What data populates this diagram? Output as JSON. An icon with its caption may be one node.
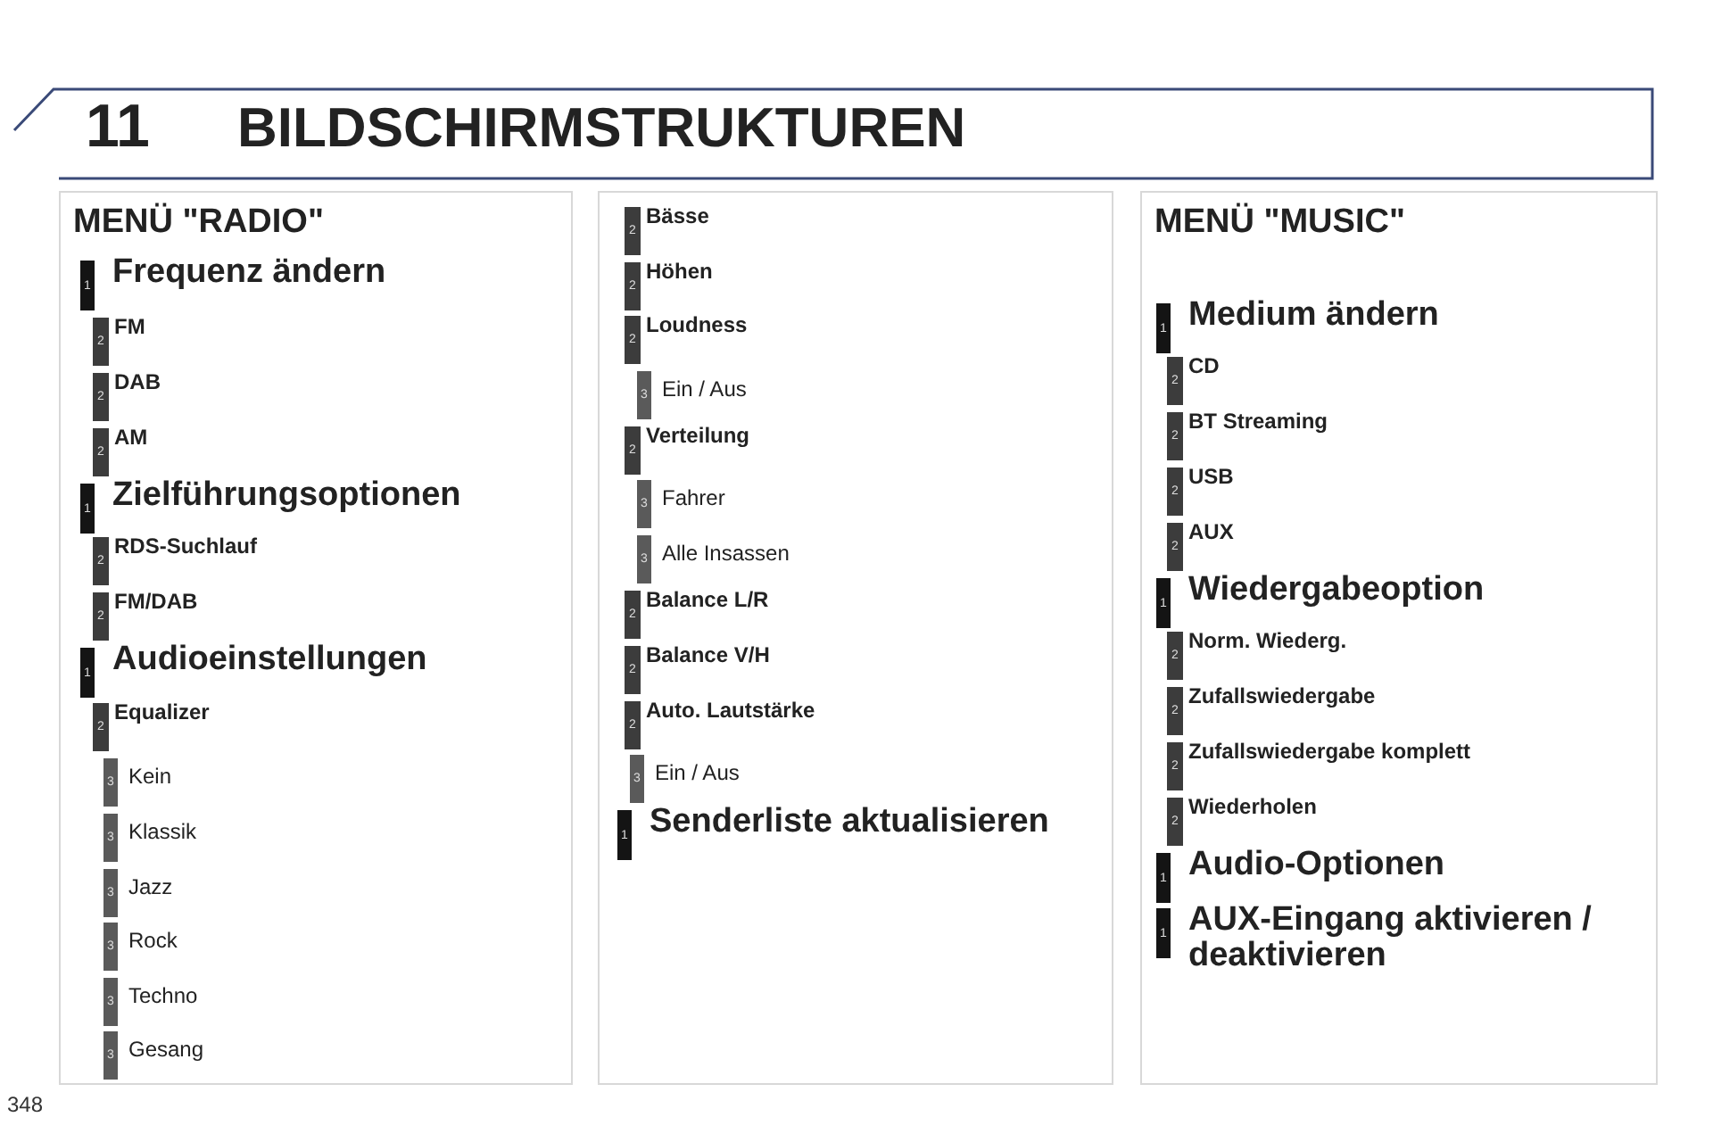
{
  "diagram": {
    "title": "BILDSCHIRMSTRUKTUREN",
    "nodes": [
      {
        "text": [
          "MENÜ \"RADIO\""
        ]
      },
      {
        "text": [
          "1"
        ],
        "in": 0,
        "beside": [
          "Frequenz ändern"
        ]
      },
      {
        "text": [
          "2"
        ],
        "in": 0,
        "beside": [
          "FM"
        ]
      },
      {
        "text": [
          "2"
        ],
        "in": 0,
        "beside": [
          "DAB"
        ]
      },
      {
        "text": [
          "2"
        ],
        "in": 0,
        "beside": [
          "AM"
        ]
      },
      {
        "text": [
          "1"
        ],
        "in": 0,
        "beside": [
          "Zielführungsoptionen"
        ]
      },
      {
        "text": [
          "2"
        ],
        "in": 0,
        "beside": [
          "RDS-Suchlauf"
        ]
      },
      {
        "text": [
          "2"
        ],
        "in": 0,
        "beside": [
          "FM/DAB"
        ]
      },
      {
        "text": [
          "1"
        ],
        "in": 0,
        "beside": [
          "Audioeinstellungen"
        ]
      },
      {
        "text": [
          "2"
        ],
        "in": 0,
        "beside": [
          "Equalizer"
        ]
      },
      {
        "text": [
          "3"
        ],
        "in": 0,
        "beside": [
          "Kein"
        ]
      },
      {
        "text": [
          "3"
        ],
        "in": 0,
        "beside": [
          "Klassik"
        ]
      },
      {
        "text": [
          "3"
        ],
        "in": 0,
        "beside": [
          "Jazz"
        ]
      },
      {
        "text": [
          "3"
        ],
        "in": 0,
        "beside": [
          "Rock"
        ]
      },
      {
        "text": [
          "3"
        ],
        "in": 0,
        "beside": [
          "Techno"
        ]
      },
      {
        "text": [
          "3"
        ],
        "in": 0,
        "beside": [
          "Gesang"
        ]
      },
      {
        "text": [],
        "shape": "box"
      },
      {
        "text": [
          "2"
        ],
        "in": 16,
        "beside": [
          "Bässe"
        ]
      },
      {
        "text": [
          "2"
        ],
        "in": 16,
        "beside": [
          "Höhen"
        ]
      },
      {
        "text": [
          "2"
        ],
        "in": 16,
        "beside": [
          "Loudness"
        ]
      },
      {
        "text": [
          "3"
        ],
        "in": 16,
        "beside": [
          "Ein / Aus"
        ]
      },
      {
        "text": [
          "2"
        ],
        "in": 16,
        "beside": [
          "Verteilung"
        ]
      },
      {
        "text": [
          "3"
        ],
        "in": 16,
        "beside": [
          "Fahrer"
        ]
      },
      {
        "text": [
          "3"
        ],
        "in": 16,
        "beside": [
          "Alle Insassen"
        ]
      },
      {
        "text": [
          "2"
        ],
        "in": 16,
        "beside": [
          "Balance L/R"
        ]
      },
      {
        "text": [
          "2"
        ],
        "in": 16,
        "beside": [
          "Balance V/H"
        ]
      },
      {
        "text": [
          "2"
        ],
        "in": 16,
        "beside": [
          "Auto. Lautstärke"
        ]
      },
      {
        "text": [
          "3"
        ],
        "in": 16,
        "beside": [
          "Ein / Aus"
        ]
      },
      {
        "text": [
          "1"
        ],
        "in": 16,
        "beside": [
          "Senderliste aktualisieren"
        ]
      },
      {
        "text": [
          "MENÜ \"MUSIC\""
        ]
      },
      {
        "text": [
          "1"
        ],
        "in": 29,
        "beside": [
          "Medium ändern"
        ]
      },
      {
        "text": [
          "2"
        ],
        "in": 29,
        "beside": [
          "CD"
        ]
      },
      {
        "text": [
          "2"
        ],
        "in": 29,
        "beside": [
          "BT Streaming"
        ]
      },
      {
        "text": [
          "2"
        ],
        "in": 29,
        "beside": [
          "USB"
        ]
      },
      {
        "text": [
          "2"
        ],
        "in": 29,
        "beside": [
          "AUX"
        ]
      },
      {
        "text": [
          "1"
        ],
        "in": 29,
        "beside": [
          "Wiedergabeoption"
        ]
      },
      {
        "text": [
          "2"
        ],
        "in": 29,
        "beside": [
          "Norm. Wiederg."
        ]
      },
      {
        "text": [
          "2"
        ],
        "in": 29,
        "beside": [
          "Zufallswiedergabe"
        ]
      },
      {
        "text": [
          "2"
        ],
        "in": 29,
        "beside": [
          "Zufallswiedergabe komplett"
        ]
      },
      {
        "text": [
          "2"
        ],
        "in": 29,
        "beside": [
          "Wiederholen"
        ]
      },
      {
        "text": [
          "1"
        ],
        "in": 29,
        "beside": [
          "Audio-Optionen"
        ]
      },
      {
        "text": [
          "1"
        ],
        "in": 29,
        "beside": [
          "AUX-Eingang aktivieren / deaktivieren"
        ]
      }
    ],
    "edges": [],
    "labels": [
      "11",
      "348"
    ]
  }
}
